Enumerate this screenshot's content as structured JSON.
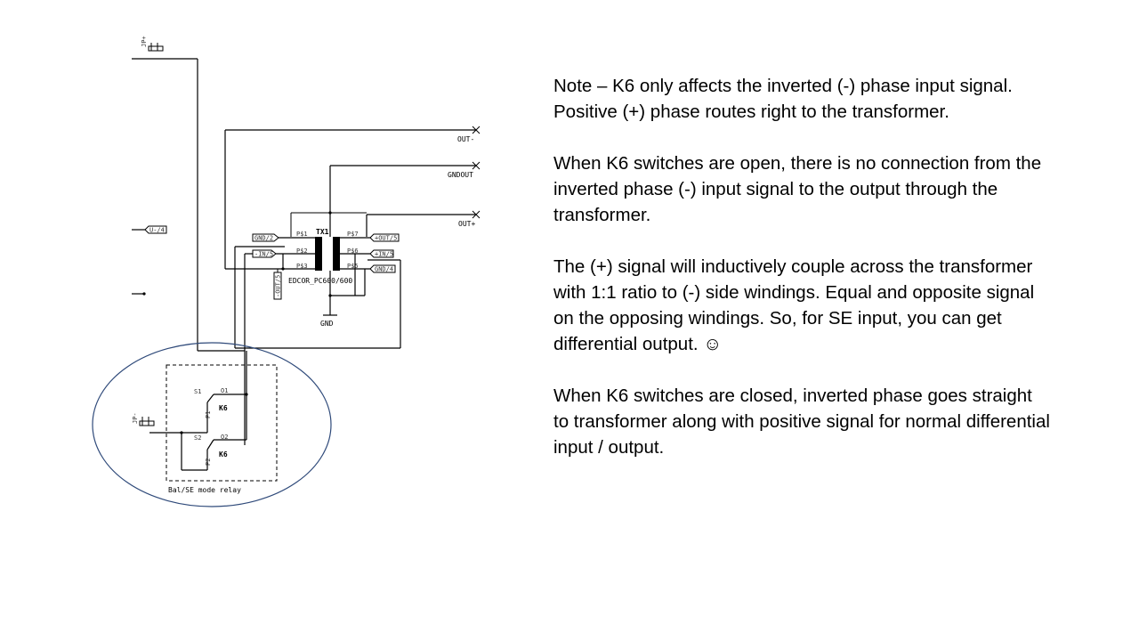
{
  "schematic": {
    "labels": {
      "jp_top": "JP+",
      "jp_bottom": "JP-",
      "out_minus": "OUT-",
      "gnd_out": "GNDOUT",
      "out_plus": "OUT+",
      "u4": "U-/4",
      "gnd2": "GND/2",
      "in_minus": "-IN/5",
      "out_minus_vert": "-OUT/5",
      "out_plus_tag": "+OUT/5",
      "in_plus": "+IN/5",
      "gnd4": "GND/4",
      "tx1": "TX1",
      "ps1": "P$1",
      "ps2": "P$2",
      "ps3": "P$3",
      "ps5": "P$5",
      "ps6": "P$6",
      "ps7": "P$7",
      "edcor": "EDCOR_PC600/600",
      "gnd": "GND",
      "s1": "S1",
      "o1": "O1",
      "p1": "P1",
      "k6a": "K6",
      "s2": "S2",
      "o2": "O2",
      "p2": "P2",
      "k6b": "K6",
      "relay_caption": "Bal/SE mode relay"
    },
    "colors": {
      "ellipse": "#2f4a7a",
      "ink": "#000000"
    }
  },
  "notes": {
    "p1": "Note – K6 only affects the inverted (-) phase input signal.  Positive (+) phase routes right to the transformer.",
    "p2": "When K6 switches are open, there is no connection from the inverted phase (-) input signal to the output through the transformer.",
    "p3": "The (+) signal will inductively couple across the transformer with 1:1 ratio to (-) side windings. Equal and opposite signal on the opposing windings.  So, for SE input, you can get differential output. ☺",
    "p4": "When K6 switches are closed, inverted phase goes straight to transformer along with positive signal for normal differential input / output."
  }
}
